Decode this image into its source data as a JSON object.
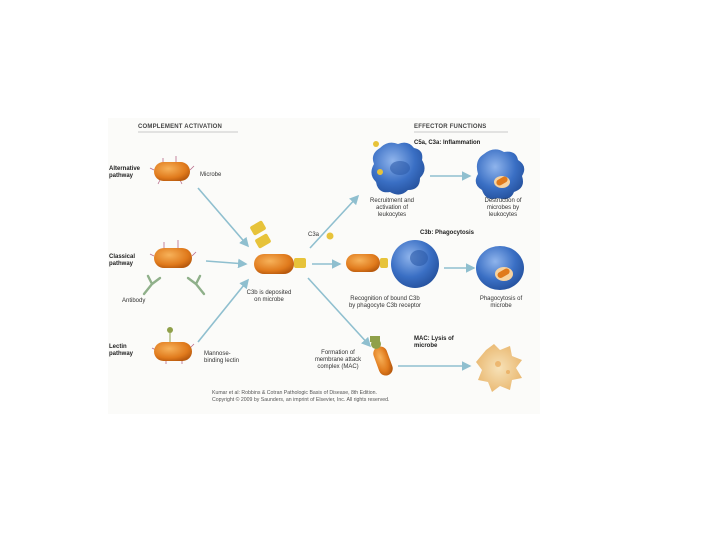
{
  "headers": {
    "complement_activation": "COMPLEMENT ACTIVATION",
    "effector_functions": "EFFECTOR FUNCTIONS"
  },
  "pathways": {
    "alternative": "Alternative pathway",
    "classical": "Classical pathway",
    "lectin": "Lectin pathway"
  },
  "labels": {
    "microbe": "Microbe",
    "antibody": "Antibody",
    "mannose": "Mannose-binding lectin",
    "c3b_deposited": "C3b is deposited on microbe",
    "c3a": "C3a",
    "c5a_c3a": "C5a, C3a: Inflammation",
    "recruitment": "Recruitment and activation of leukocytes",
    "destruction": "Destruction of microbes by leukocytes",
    "c3b_phago": "C3b: Phagocytosis",
    "recognition": "Recognition of bound C3b by phagocyte C3b receptor",
    "phagocytosis": "Phagocytosis of microbe",
    "mac_formation": "Formation of membrane attack complex (MAC)",
    "mac_lysis": "MAC: Lysis of microbe"
  },
  "citation": {
    "line1": "Kumar et al: Robbins & Cotran Pathologic Basis of Disease, 8th Edition.",
    "line2": "Copyright © 2009 by Saunders, an imprint of Elsevier, Inc. All rights reserved."
  },
  "colors": {
    "microbe": "#e07a1c",
    "arrow": "#8fbfcf",
    "cell": "#3a6fc4",
    "antibody": "#8fb08a"
  }
}
